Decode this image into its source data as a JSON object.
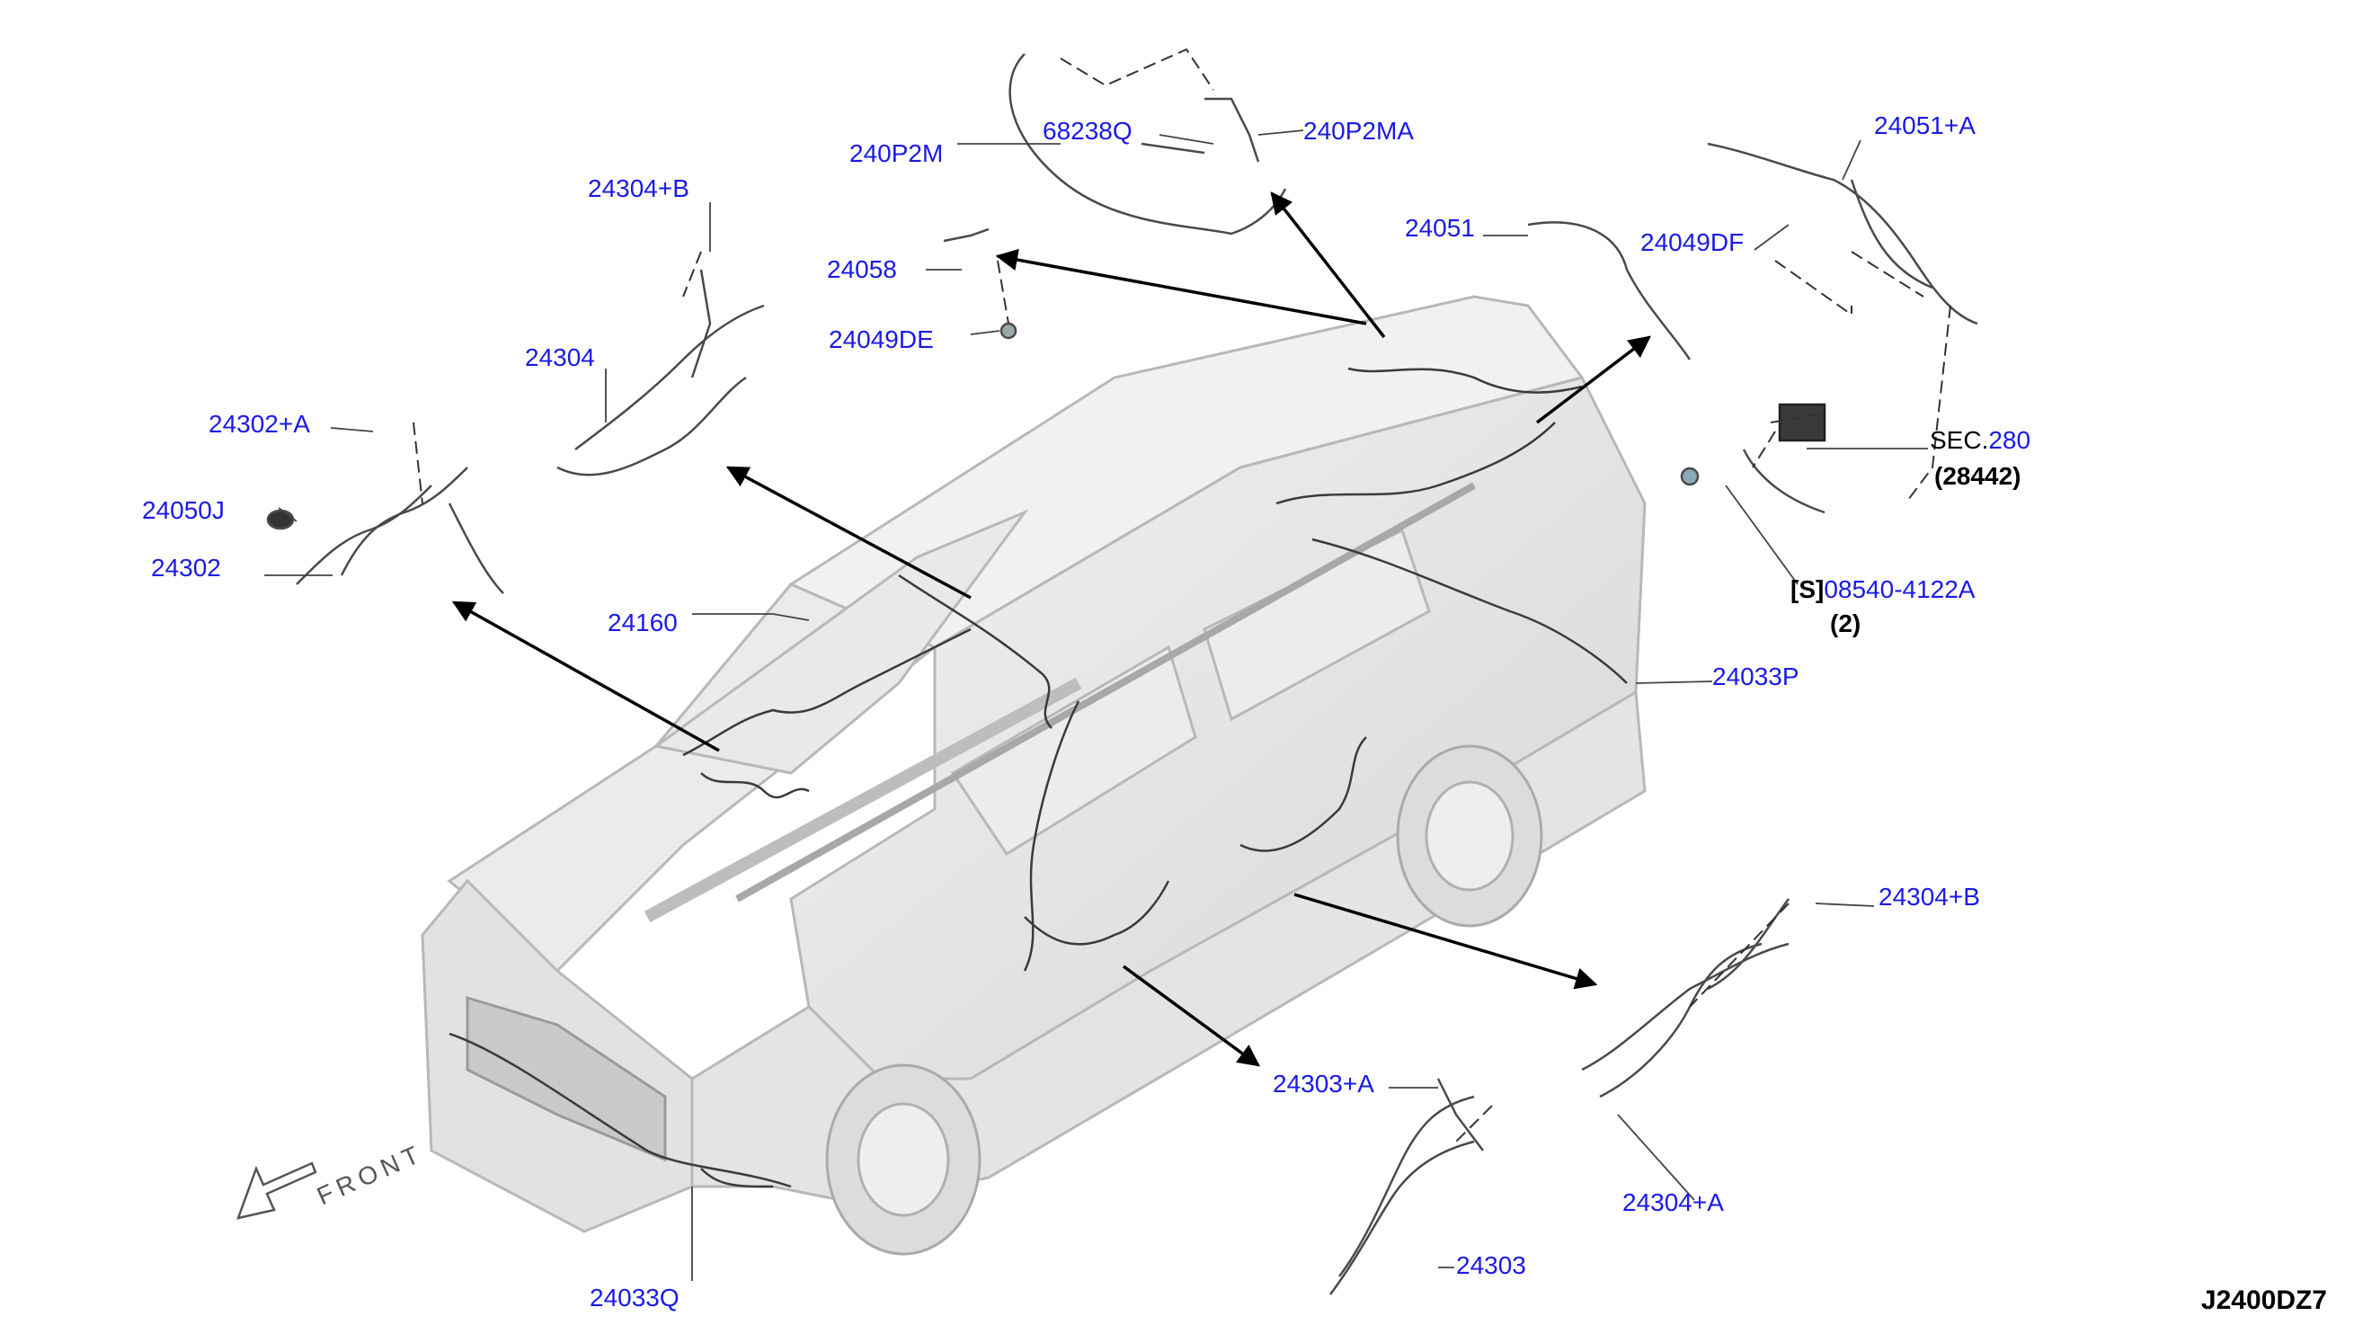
{
  "diagram": {
    "code": "J2400DZ7",
    "front_label": "FRONT",
    "part_labels": [
      {
        "id": "240P2M",
        "text": "240P2M"
      },
      {
        "id": "68238Q",
        "text": "68238Q"
      },
      {
        "id": "240P2MA",
        "text": "240P2MA"
      },
      {
        "id": "24051+A",
        "text": "24051+A"
      },
      {
        "id": "24051",
        "text": "24051"
      },
      {
        "id": "24049DF",
        "text": "24049DF"
      },
      {
        "id": "24304+B_top",
        "text": "24304+B"
      },
      {
        "id": "24058",
        "text": "24058"
      },
      {
        "id": "24049DE",
        "text": "24049DE"
      },
      {
        "id": "24304",
        "text": "24304"
      },
      {
        "id": "24302+A",
        "text": "24302+A"
      },
      {
        "id": "24050J",
        "text": "24050J"
      },
      {
        "id": "24302",
        "text": "24302"
      },
      {
        "id": "24160",
        "text": "24160"
      },
      {
        "id": "24033P",
        "text": "24033P"
      },
      {
        "id": "24304+B_right",
        "text": "24304+B"
      },
      {
        "id": "24303+A",
        "text": "24303+A"
      },
      {
        "id": "24304+A",
        "text": "24304+A"
      },
      {
        "id": "24303",
        "text": "24303"
      },
      {
        "id": "24033Q",
        "text": "24033Q"
      }
    ],
    "sec_ref": {
      "prefix": "SEC.",
      "number": "280",
      "sub": "(28442)"
    },
    "screw_ref": {
      "prefix": "[S]",
      "number": "08540-4122A",
      "qty": "(2)"
    }
  },
  "colors": {
    "label_blue": "#1a1ae6",
    "harness": "#3a3a3a",
    "vehicle": "#c8c8c8"
  }
}
